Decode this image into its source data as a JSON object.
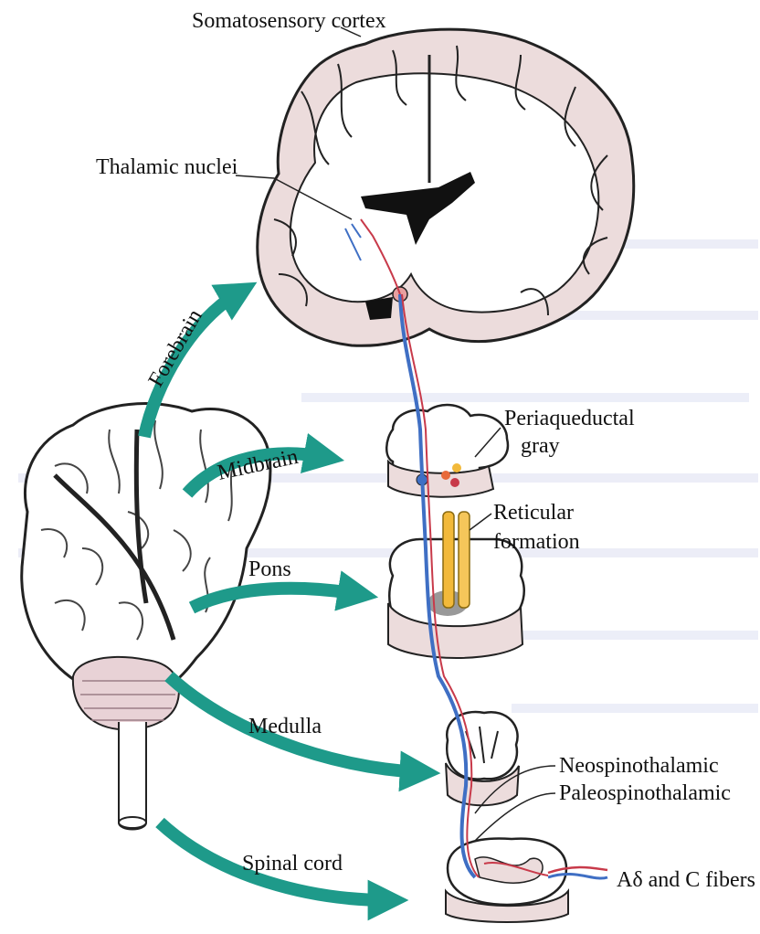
{
  "labels": {
    "somatosensory_cortex": "Somatosensory cortex",
    "thalamic_nuclei": "Thalamic nuclei",
    "periaqueductal_gray_1": "Periaqueductal",
    "periaqueductal_gray_2": "gray",
    "reticular_formation_1": "Reticular",
    "reticular_formation_2": "formation",
    "neospinothalamic": "Neospinothalamic",
    "paleospinothalamic": "Paleospinothalamic",
    "fibers": "Aδ and C fibers"
  },
  "regions": {
    "forebrain": "Forebrain",
    "midbrain": "Midbrain",
    "pons": "Pons",
    "medulla": "Medulla",
    "spinal_cord": "Spinal cord"
  },
  "colors": {
    "arrow": "#1e9a8a",
    "neo_tract": "#3f6fc4",
    "paleo_tract": "#c83a4a",
    "tissue": "#ecdcdc",
    "reticular": "#f2b93a"
  }
}
